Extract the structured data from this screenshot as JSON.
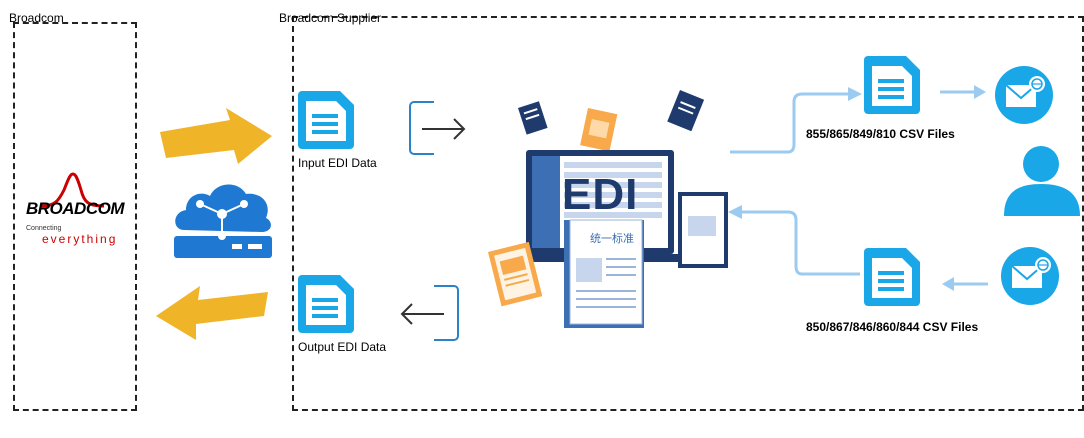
{
  "regions": {
    "left_title": "Broadcom",
    "right_title": "Broadcom Supplier"
  },
  "logo": {
    "brand": "BROADCOM",
    "tagline_line1": "Connecting",
    "tagline_line2": "everything",
    "brand_color": "#cc0000"
  },
  "nodes": {
    "input_label": "Input EDI Data",
    "output_label": "Output EDI Data",
    "outbound_csv_label": "855/865/849/810 CSV Files",
    "inbound_csv_label": "850/867/846/860/844 CSV Files"
  },
  "edi_center": {
    "monitor_text": "EDI",
    "doc_text": "统一标准"
  },
  "colors": {
    "doc_icon": "#1aa7e8",
    "arrow_yellow": "#f0b429",
    "connector_light_blue": "#9ccbf2",
    "cloud_blue": "#1f78d1",
    "monitor_navy": "#1f3b6e"
  }
}
